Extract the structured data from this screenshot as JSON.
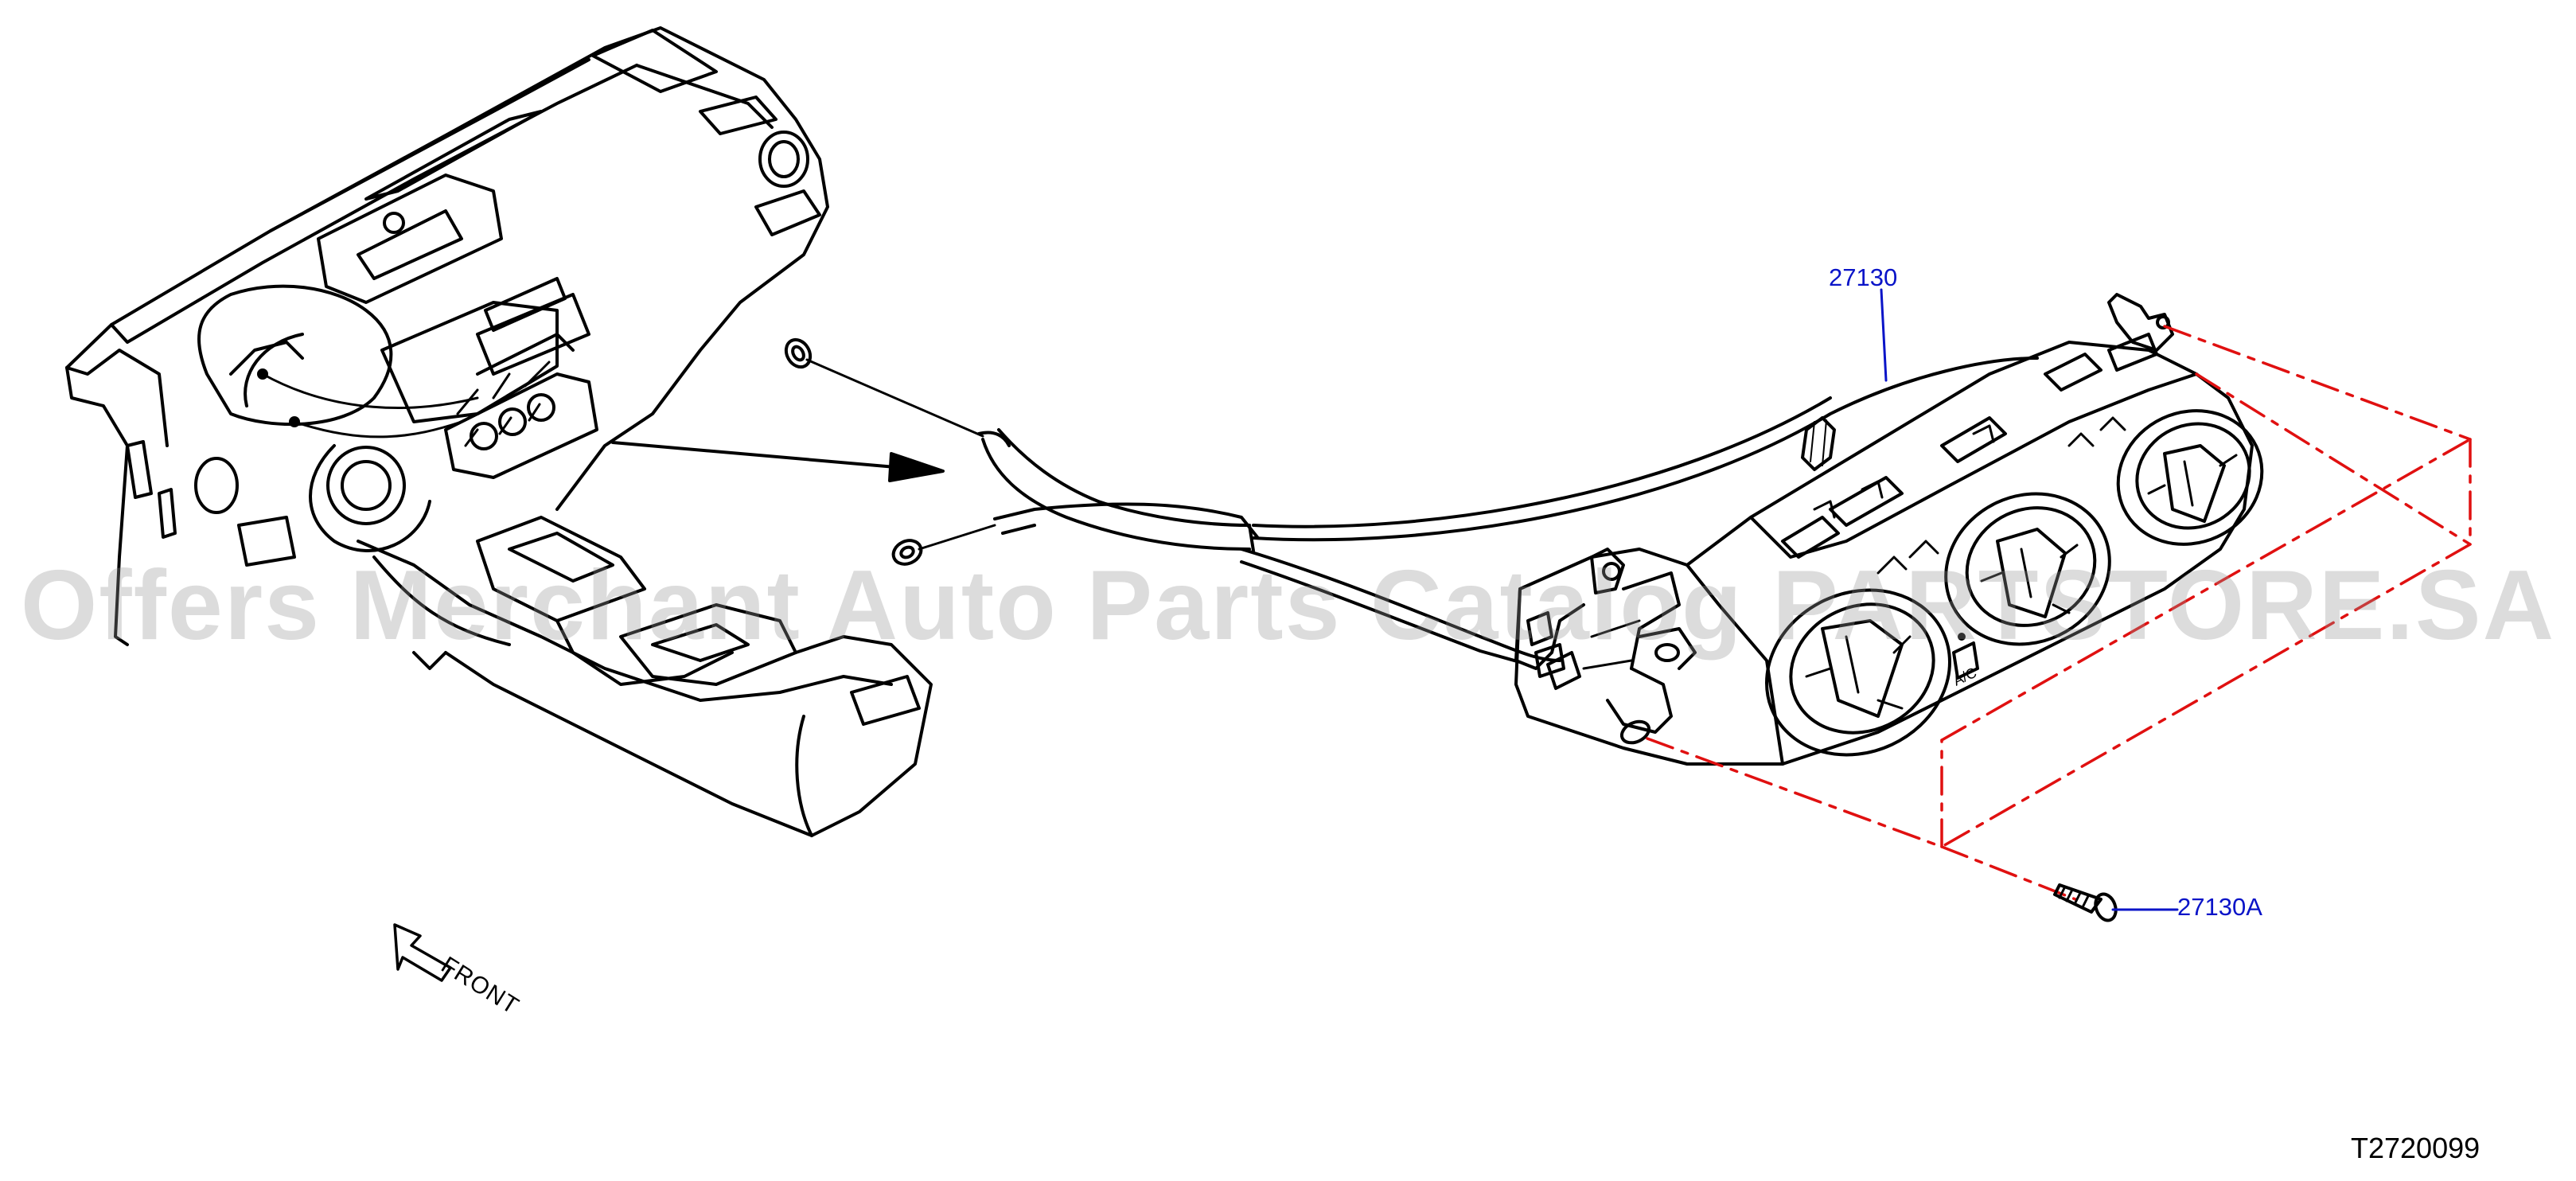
{
  "callouts": {
    "main_part": "27130",
    "screw_part": "27130A"
  },
  "front_label": "FRONT",
  "reference_code": "T2720099",
  "watermark": "Offers Merchant Auto Parts Catalog PARTSTORE.SA",
  "colors": {
    "linework": "#000000",
    "callout": "#0a14c8",
    "phantom_lines": "#e01010",
    "watermark": "#969696"
  },
  "icons": {
    "front_arrow": "front-arrow-icon",
    "screw": "screw-icon"
  }
}
